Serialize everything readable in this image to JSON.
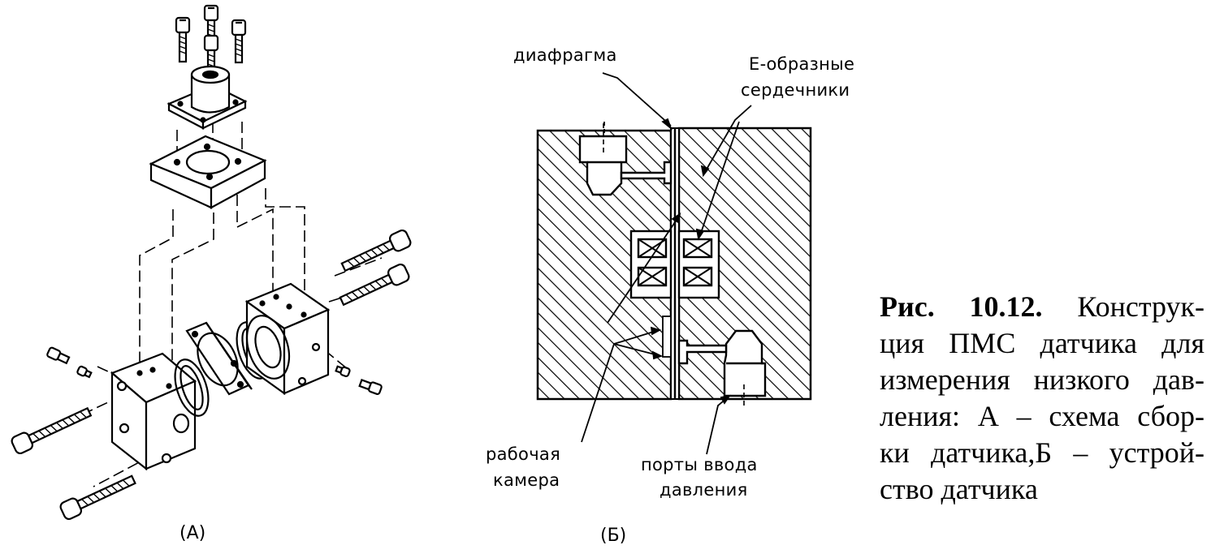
{
  "panels": {
    "a_label": "(А)",
    "b_label": "(Б)"
  },
  "diagram_b": {
    "labels": {
      "diaphragm": "диафрагма",
      "cores_line1": "Е-образные",
      "cores_line2": "сердечники",
      "chamber_line1": "рабочая",
      "chamber_line2": "камера",
      "ports_line1": "порты ввода",
      "ports_line2": "давления"
    }
  },
  "caption": {
    "number": "Рис. 10.12.",
    "line1_rest": " Конструк-",
    "line2": "ция ПМС датчика для",
    "line3": "измерения низкого дав-",
    "line4": "ления: А – схема сбор-",
    "line5": "ки датчика,Б – устрой-",
    "line6": "ство датчика"
  }
}
